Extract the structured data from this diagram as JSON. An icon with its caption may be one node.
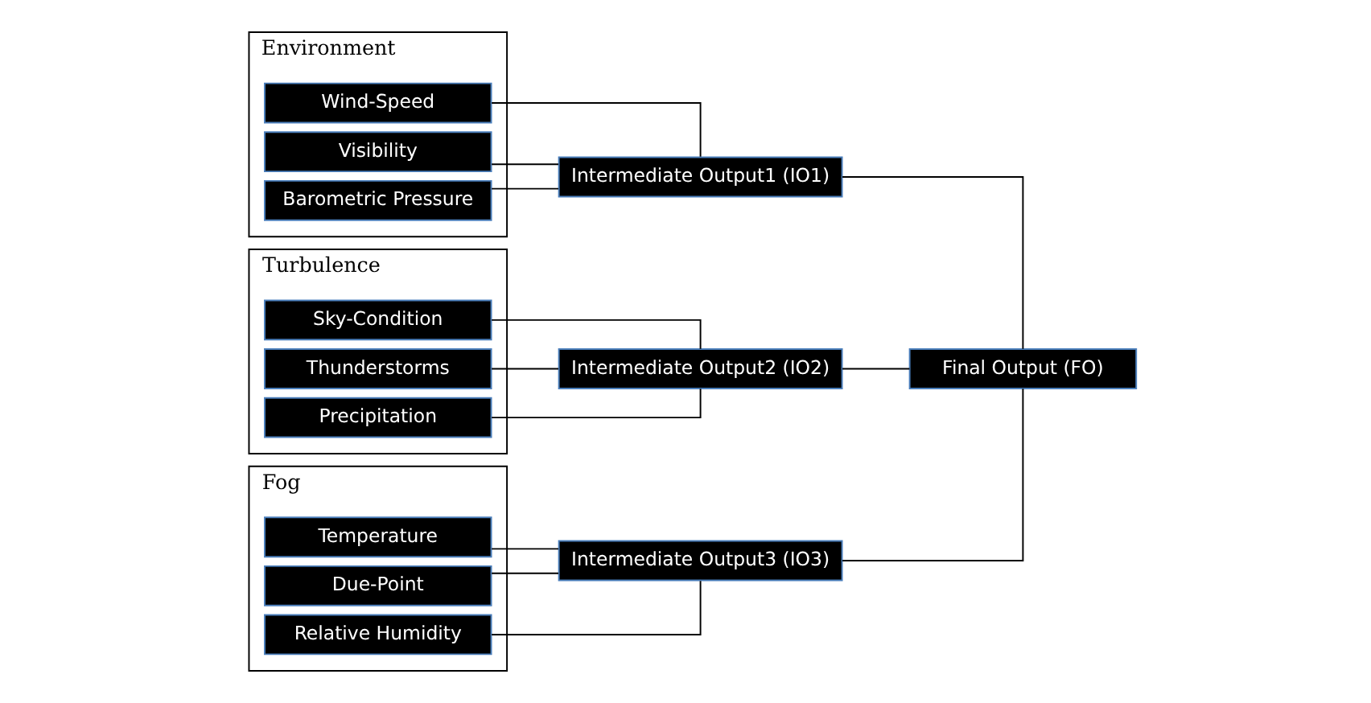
{
  "diagram": {
    "nodes": [
      {
        "text": [
          "Environment"
        ]
      },
      {
        "text": [
          "Wind-Speed"
        ],
        "in": 0
      },
      {
        "text": [
          "Visibility"
        ],
        "in": 0
      },
      {
        "text": [
          "Barometric Pressure"
        ],
        "in": 0
      },
      {
        "text": [
          "Turbulence"
        ]
      },
      {
        "text": [
          "Sky-Condition"
        ],
        "in": 4
      },
      {
        "text": [
          "Thunderstorms"
        ],
        "in": 4
      },
      {
        "text": [
          "Precipitation"
        ],
        "in": 4
      },
      {
        "text": [
          "Fog"
        ]
      },
      {
        "text": [
          "Temperature"
        ],
        "in": 8
      },
      {
        "text": [
          "Due-Point"
        ],
        "in": 8
      },
      {
        "text": [
          "Relative Humidity"
        ],
        "in": 8
      },
      {
        "text": [
          "Intermediate Output1 (IO1)"
        ]
      },
      {
        "text": [
          "Intermediate Output2 (IO2)"
        ]
      },
      {
        "text": [
          "Intermediate Output3 (IO3)"
        ]
      },
      {
        "text": [
          "Final Output (FO)"
        ]
      }
    ],
    "edges": [
      {
        "from": 1,
        "to": 12,
        "arrow": "none"
      },
      {
        "from": 2,
        "to": 12,
        "arrow": "none"
      },
      {
        "from": 3,
        "to": 12,
        "arrow": "none"
      },
      {
        "from": 5,
        "to": 13,
        "arrow": "none"
      },
      {
        "from": 6,
        "to": 13,
        "arrow": "none"
      },
      {
        "from": 7,
        "to": 13,
        "arrow": "none"
      },
      {
        "from": 9,
        "to": 14,
        "arrow": "none"
      },
      {
        "from": 10,
        "to": 14,
        "arrow": "none"
      },
      {
        "from": 11,
        "to": 14,
        "arrow": "none"
      },
      {
        "from": 12,
        "to": 15,
        "arrow": "none"
      },
      {
        "from": 13,
        "to": 15,
        "arrow": "none"
      },
      {
        "from": 14,
        "to": 15,
        "arrow": "none"
      }
    ]
  }
}
